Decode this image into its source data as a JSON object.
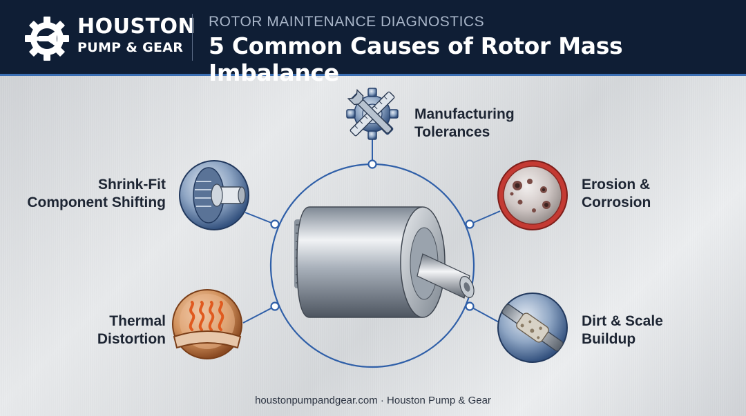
{
  "brand": {
    "line1": "HOUSTON",
    "line2": "PUMP & GEAR",
    "logo_icon": "gear-horn-icon"
  },
  "header": {
    "subtitle": "ROTOR MAINTENANCE DIAGNOSTICS",
    "title": "5 Common Causes of Rotor Mass Imbalance"
  },
  "causes": [
    {
      "line1": "Manufacturing",
      "line2": "Tolerances",
      "icon": "ruler-wrench-gear-icon"
    },
    {
      "line1": "Shrink-Fit",
      "line2": "Component Shifting",
      "icon": "shrink-fit-rotor-icon"
    },
    {
      "line1": "Erosion &",
      "line2": "Corrosion",
      "icon": "corroded-surface-icon"
    },
    {
      "line1": "Thermal",
      "line2": "Distortion",
      "icon": "heat-waves-icon"
    },
    {
      "line1": "Dirt & Scale",
      "line2": "Buildup",
      "icon": "scaled-shaft-icon"
    }
  ],
  "center_icon": "rotor-assembly-icon",
  "colors": {
    "header_bg": "#0f1e35",
    "accent_blue": "#2f5fa8",
    "erosion_red": "#c43a33",
    "thermal_copper": "#c0703a"
  },
  "footer": "houstonpumpandgear.com · Houston Pump & Gear"
}
